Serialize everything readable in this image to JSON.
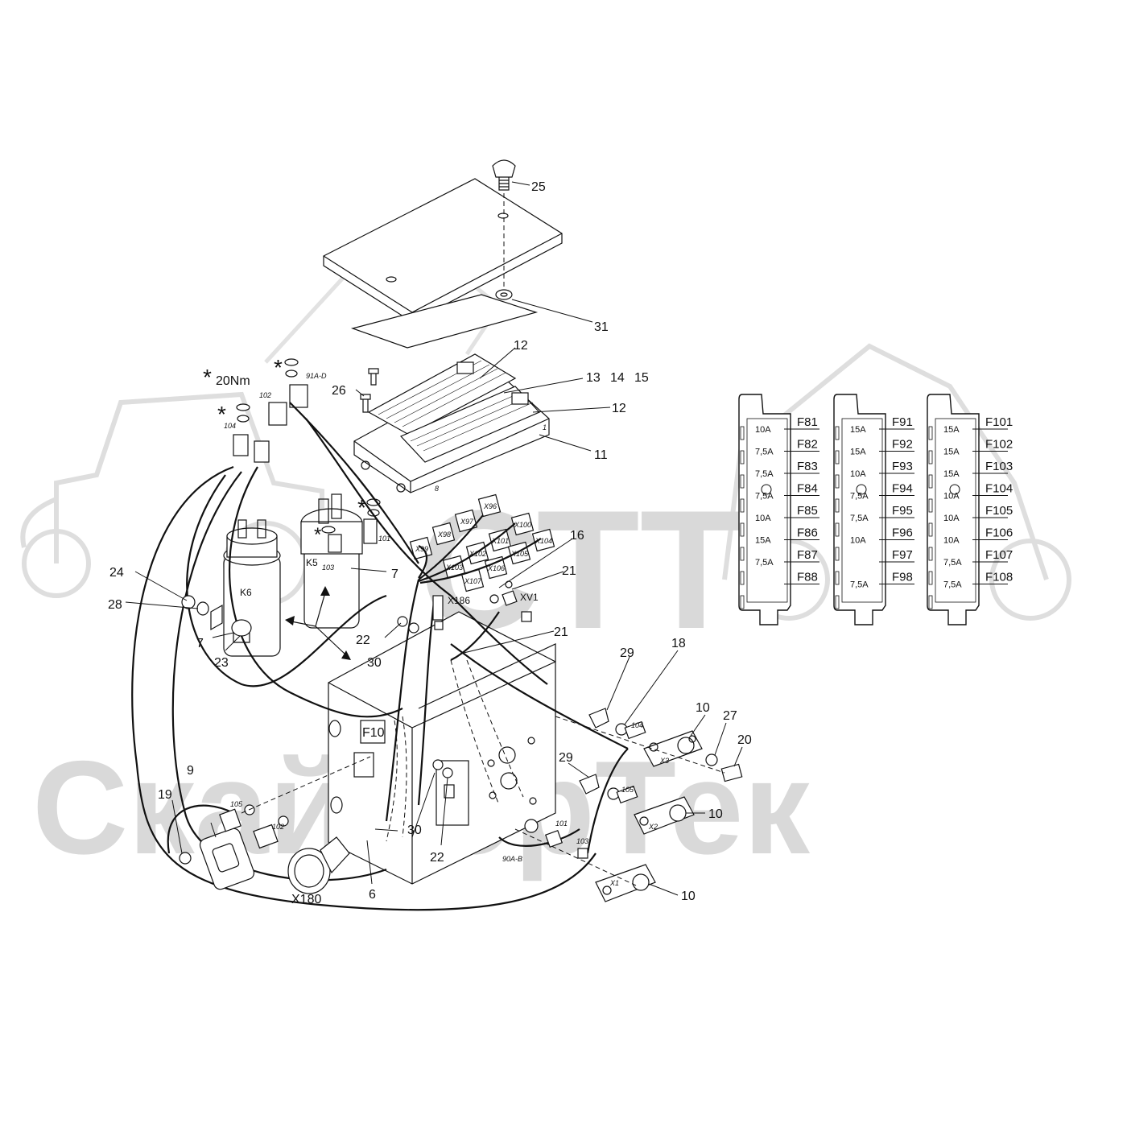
{
  "watermark": {
    "brand": "СТТ",
    "company": "СкайлорТек"
  },
  "callouts": {
    "c25": "25",
    "c31": "31",
    "c12a": "12",
    "c13": "13",
    "c14": "14",
    "c15": "15",
    "c12b": "12",
    "c11": "11",
    "c26": "26",
    "c16": "16",
    "c21a": "21",
    "c21b": "21",
    "c7a": "7",
    "c7b": "7",
    "c24": "24",
    "c28": "28",
    "c23": "23",
    "c22a": "22",
    "c22b": "22",
    "c30a": "30",
    "c30b": "30",
    "c29a": "29",
    "c29b": "29",
    "c18": "18",
    "c10a": "10",
    "c10b": "10",
    "c10c": "10",
    "c27": "27",
    "c20": "20",
    "c19": "19",
    "c9": "9",
    "c6": "6"
  },
  "labels": {
    "torque": "20Nm",
    "star": "*",
    "k6": "K6",
    "k5": "K5",
    "x186": "X186",
    "xv1": "XV1",
    "f10": "F10",
    "x180": "X180",
    "x1": "X1",
    "x2": "X2",
    "x3": "X3",
    "w91ad": "91A-D",
    "w90ab": "90A-B",
    "w101a": "101",
    "w101b": "101",
    "w102a": "102",
    "w102b": "102",
    "w103a": "103",
    "w103b": "103",
    "w104a": "104",
    "w104b": "104",
    "w105a": "105",
    "w105b": "105",
    "w8": "8",
    "w1": "1"
  },
  "relays": [
    "X96",
    "X97",
    "X98",
    "X99",
    "X100",
    "X101",
    "X102",
    "X103",
    "X104",
    "X105",
    "X106",
    "X107"
  ],
  "fuse_panels": [
    {
      "fuses": [
        {
          "id": "F81",
          "rating": "10A"
        },
        {
          "id": "F82",
          "rating": "7,5A"
        },
        {
          "id": "F83",
          "rating": "7,5A"
        },
        {
          "id": "F84",
          "rating": "7,5A"
        },
        {
          "id": "F85",
          "rating": "10A"
        },
        {
          "id": "F86",
          "rating": "15A"
        },
        {
          "id": "F87",
          "rating": "7,5A"
        },
        {
          "id": "F88",
          "rating": ""
        }
      ]
    },
    {
      "fuses": [
        {
          "id": "F91",
          "rating": "15A"
        },
        {
          "id": "F92",
          "rating": "15A"
        },
        {
          "id": "F93",
          "rating": "10A"
        },
        {
          "id": "F94",
          "rating": "7,5A"
        },
        {
          "id": "F95",
          "rating": "7,5A"
        },
        {
          "id": "F96",
          "rating": "10A"
        },
        {
          "id": "F97",
          "rating": ""
        },
        {
          "id": "F98",
          "rating": "7,5A"
        }
      ]
    },
    {
      "fuses": [
        {
          "id": "F101",
          "rating": "15A"
        },
        {
          "id": "F102",
          "rating": "15A"
        },
        {
          "id": "F103",
          "rating": "15A"
        },
        {
          "id": "F104",
          "rating": "10A"
        },
        {
          "id": "F105",
          "rating": "10A"
        },
        {
          "id": "F106",
          "rating": "10A"
        },
        {
          "id": "F107",
          "rating": "7,5A"
        },
        {
          "id": "F108",
          "rating": "7,5A"
        }
      ]
    }
  ]
}
